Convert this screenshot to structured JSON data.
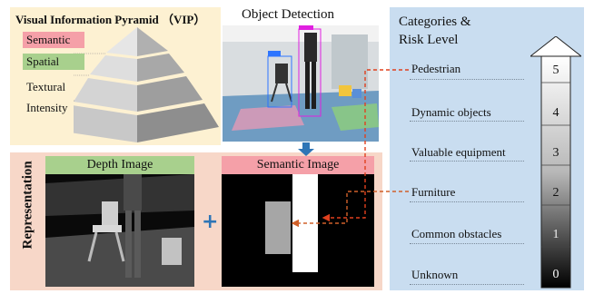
{
  "vip": {
    "title": "Visual Information Pyramid （VIP）",
    "levels": [
      "Semantic",
      "Spatial",
      "Textural",
      "Intensity"
    ],
    "semantic_color": "#f5a0a8",
    "spatial_color": "#a8d08d"
  },
  "object_detection": {
    "title": "Object Detection",
    "boxes": [
      "person",
      "chair"
    ]
  },
  "representation": {
    "label": "Representation",
    "depth_header": "Depth Image",
    "semantic_header": "Semantic Image",
    "plus": "+"
  },
  "categories": {
    "title_line1": "Categories &",
    "title_line2": "Risk Level",
    "items": [
      "Pedestrian",
      "Dynamic objects",
      "Valuable equipment",
      "Furniture",
      "Common obstacles",
      "Unknown"
    ],
    "levels": [
      "5",
      "4",
      "3",
      "2",
      "1",
      "0"
    ]
  },
  "colors": {
    "vip_bg": "#fdf1d2",
    "rep_bg": "#f7d7c8",
    "cat_bg": "#c9ddf0",
    "arrow_dashed": "#e0401e",
    "arrow_orange": "#d0602a",
    "accent_blue": "#2e75b6"
  }
}
